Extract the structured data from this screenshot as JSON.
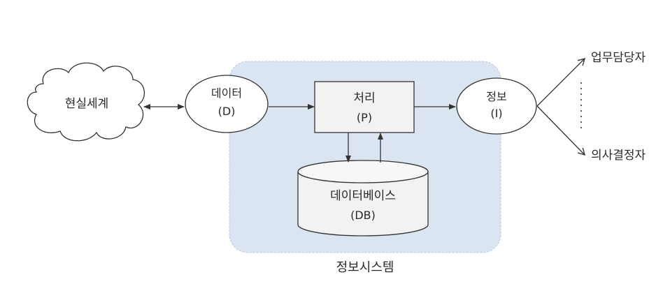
{
  "nodes": {
    "real_world": "현실세계",
    "data_label": "데이터",
    "data_abbr": "(D)",
    "process_label": "처리",
    "process_abbr": "(P)",
    "info_label": "정보",
    "info_abbr": "(I)",
    "database_label": "데이터베이스",
    "database_abbr": "(DB)",
    "info_system": "정보시스템",
    "staff": "업무담당자",
    "decision_maker": "의사결정자"
  },
  "colors": {
    "system_fill": "#dbe5f1",
    "system_border": "#b8c9df",
    "box_fill": "#f2f2f2",
    "stroke": "#3a3a3a"
  }
}
